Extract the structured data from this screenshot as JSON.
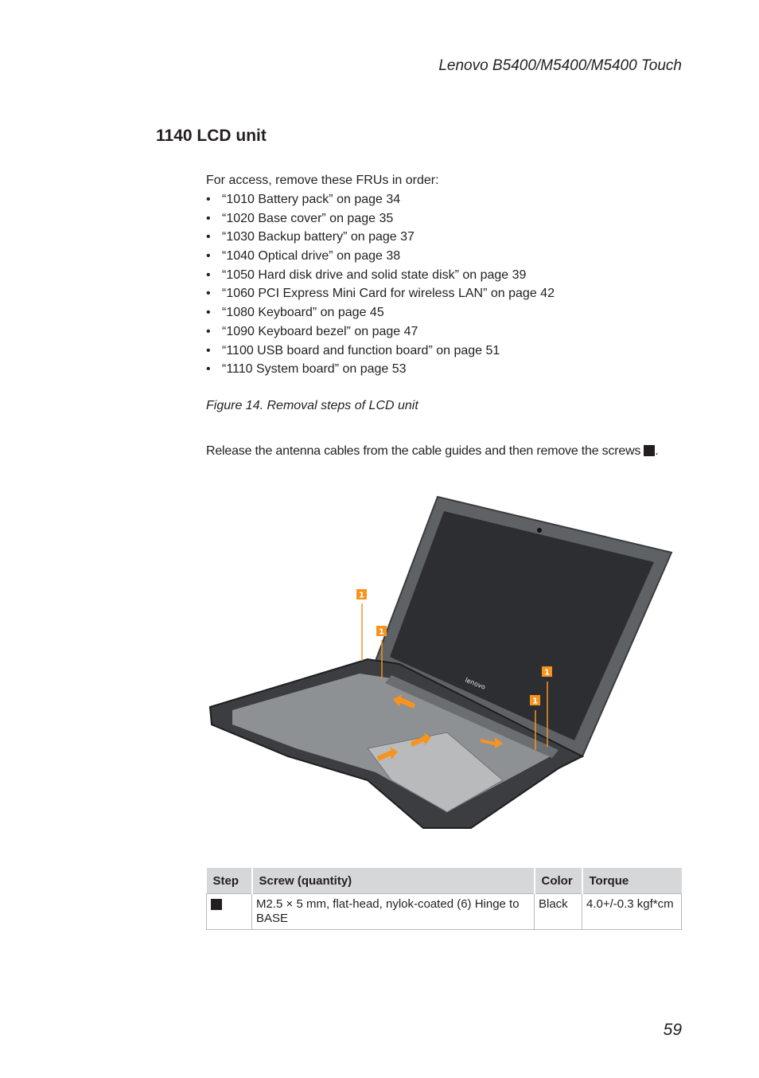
{
  "header": {
    "model": "Lenovo B5400/M5400/M5400 Touch"
  },
  "section": {
    "title": "1140 LCD unit"
  },
  "intro": "For access, remove these FRUs in order:",
  "bullet_symbol": "•",
  "frus": [
    "“1010 Battery pack” on page 34",
    "“1020 Base cover” on page 35",
    "“1030 Backup battery” on page 37",
    "“1040 Optical drive” on page 38",
    "“1050 Hard disk drive and solid state disk” on page 39",
    "“1060 PCI Express Mini Card for wireless LAN” on page 42",
    "“1080 Keyboard” on page 45",
    "“1090 Keyboard bezel” on page 47",
    "“1100 USB board and function board” on page 51",
    "“1110 System board” on page 53"
  ],
  "figure_caption": "Figure 14. Removal steps of LCD unit",
  "instruction": {
    "text": "Release the antenna cables from the cable guides and then remove the screws",
    "end": "."
  },
  "figure": {
    "brand": "lenovo",
    "callout_label": "1"
  },
  "table": {
    "headers": [
      "Step",
      "Screw (quantity)",
      "Color",
      "Torque"
    ],
    "rows": [
      {
        "screw": "M2.5 × 5 mm, flat-head, nylok-coated (6) Hinge to BASE",
        "color": "Black",
        "torque": "4.0+/-0.3 kgf*cm"
      }
    ]
  },
  "page_number": "59",
  "colors": {
    "callout": "#f7941d",
    "arrow": "#f7941d",
    "table_header": "#d6d7d9"
  }
}
